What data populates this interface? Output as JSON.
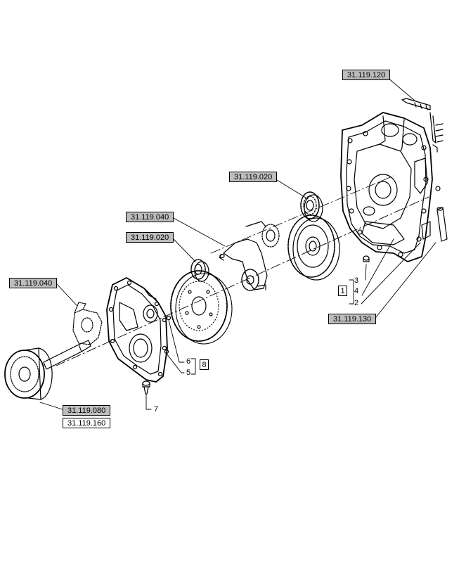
{
  "references": {
    "r_120": "31.119.120",
    "r_020_upper": "31.119.020",
    "r_040_upper": "31.119.040",
    "r_020_lower": "31.119.020",
    "r_040_left": "31.119.040",
    "r_130": "31.119.130",
    "r_080": "31.119.080",
    "r_160": "31.119.160"
  },
  "callouts": {
    "n1": "1",
    "n2": "2",
    "n3": "3",
    "n4": "4",
    "n5": "5",
    "n6": "6",
    "n7": "7",
    "n8": "8"
  },
  "colors": {
    "line": "#000000",
    "ref_box_fill": "#bdbdbd",
    "background": "#ffffff"
  }
}
